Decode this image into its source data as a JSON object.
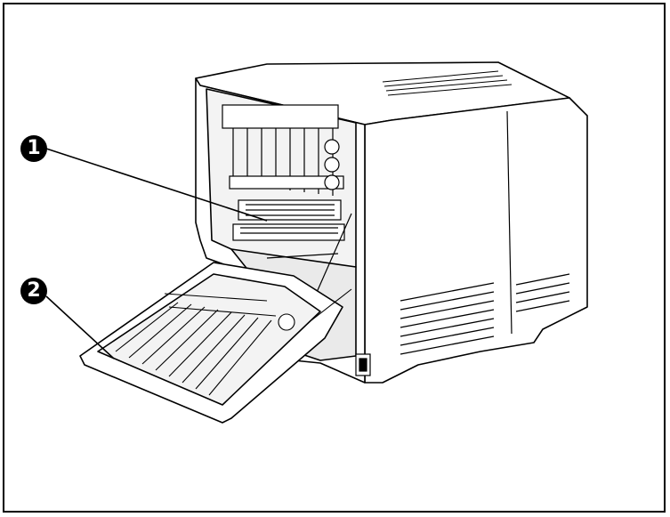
{
  "callouts": [
    {
      "id": "1",
      "label": "1"
    },
    {
      "id": "2",
      "label": "2"
    }
  ],
  "colors": {
    "ink": "#000000",
    "paper": "#ffffff",
    "shade": "#d9d9d9"
  },
  "icons": [
    "printer-illustration",
    "rear-door",
    "fuser-unit",
    "power-socket"
  ]
}
